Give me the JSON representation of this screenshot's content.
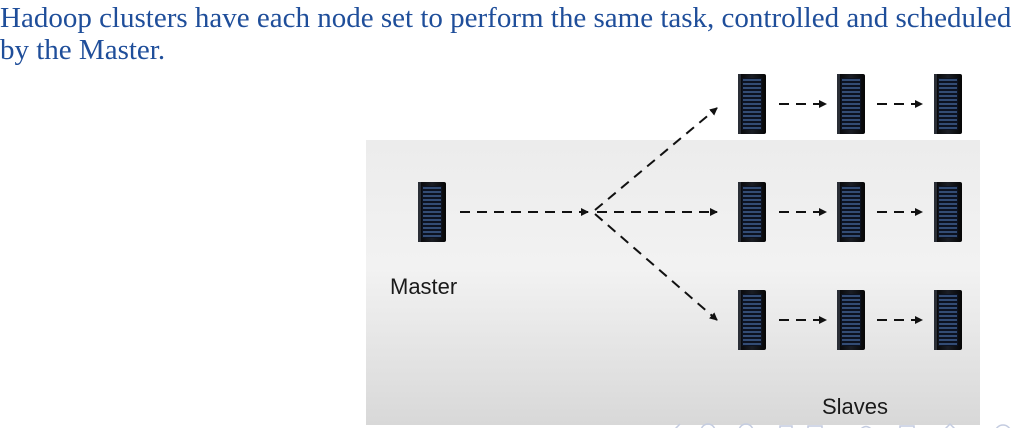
{
  "caption": "Hadoop clusters have each node set to perform the same task, controlled and scheduled by the Master.",
  "diagram": {
    "master_label": "Master",
    "slaves_label": "Slaves"
  }
}
